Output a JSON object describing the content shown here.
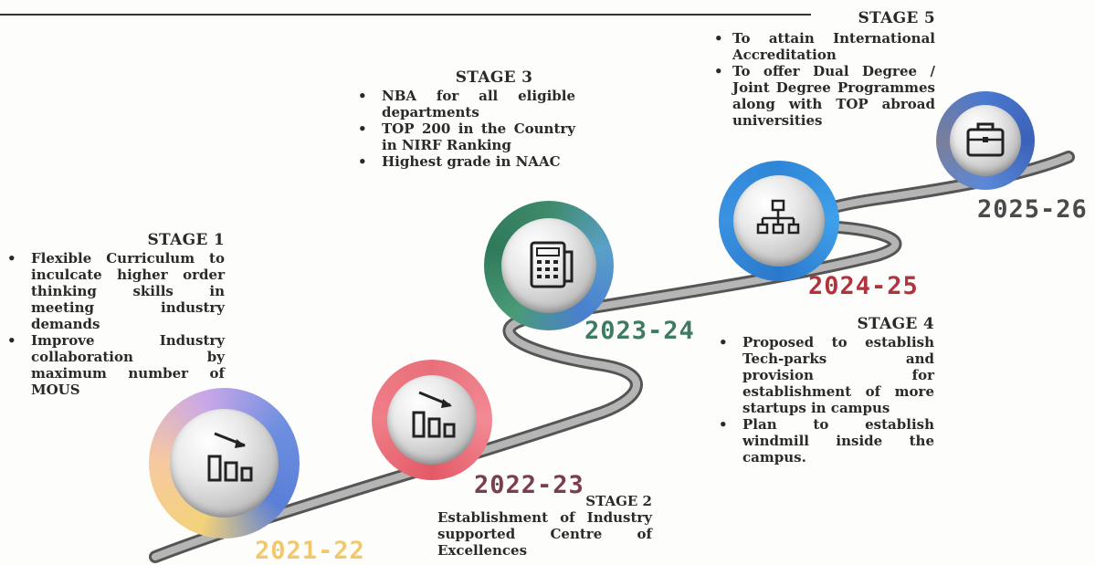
{
  "stage1": {
    "title": "STAGE 1",
    "items": [
      "Flexible Curriculum to inculcate higher order thinking skills in meeting industry demands",
      "Improve Industry collaboration by maximum number of MOUS"
    ]
  },
  "stage2": {
    "title": "STAGE 2",
    "text": "Establishment of Industry supported Centre of Excellences"
  },
  "stage3": {
    "title": "STAGE 3",
    "items": [
      "NBA for all eligible departments",
      "TOP 200 in the Country in NIRF Ranking",
      "Highest grade in NAAC"
    ]
  },
  "stage4": {
    "title": "STAGE 4",
    "items": [
      "Proposed to establish Tech-parks and provision for establishment of more startups in campus",
      "Plan to establish windmill inside the campus."
    ]
  },
  "stage5": {
    "title": "STAGE 5",
    "items": [
      "To attain International Accreditation",
      "To offer Dual Degree / Joint Degree Programmes along with TOP abroad universities"
    ]
  },
  "years": {
    "y1": "2021-22",
    "y2": "2022-23",
    "y3": "2023-24",
    "y4": "2024-25",
    "y5": "2025-26"
  },
  "icons": {
    "stage1": "bar-chart-declining-icon",
    "stage2": "bar-chart-declining-icon",
    "stage3": "fax-machine-icon",
    "stage4": "org-chart-icon",
    "stage5": "briefcase-icon"
  },
  "colors": {
    "year1": "#f2c86a",
    "year2": "#7a3f4f",
    "year3": "#3f7a63",
    "year4": "#b3333c",
    "year5": "#4a4a4a",
    "road": "#8a8a8a"
  }
}
